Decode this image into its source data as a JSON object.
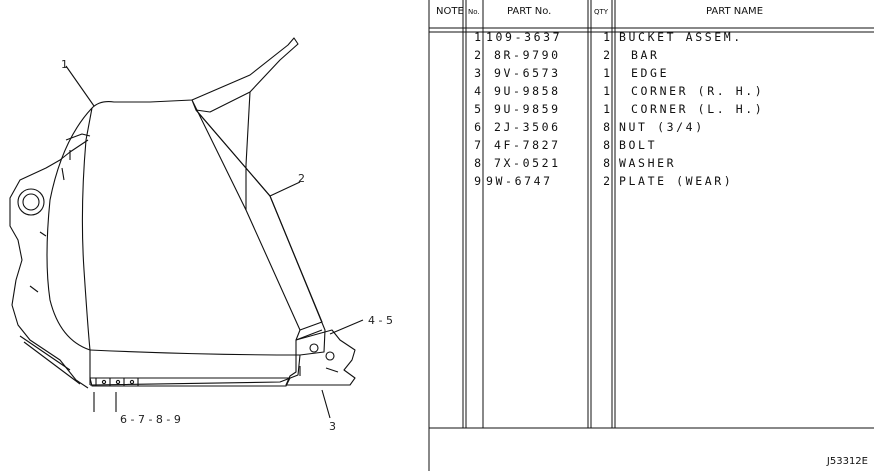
{
  "header": {
    "note": "NOTE",
    "no": "No.",
    "part_no": "PART No.",
    "qty": "QTY",
    "part_name": "PART NAME"
  },
  "parts": [
    {
      "no": "1",
      "part_no": "109-3637",
      "qty": "1",
      "name": "BUCKET ASSEM."
    },
    {
      "no": "2",
      "part_no": "8R-9790",
      "qty": "2",
      "name": "BAR"
    },
    {
      "no": "3",
      "part_no": "9V-6573",
      "qty": "1",
      "name": "EDGE"
    },
    {
      "no": "4",
      "part_no": "9U-9858",
      "qty": "1",
      "name": "CORNER (R. H.)"
    },
    {
      "no": "5",
      "part_no": "9U-9859",
      "qty": "1",
      "name": "CORNER (L. H.)"
    },
    {
      "no": "6",
      "part_no": "2J-3506",
      "qty": "8",
      "name": "NUT (3/4)"
    },
    {
      "no": "7",
      "part_no": "4F-7827",
      "qty": "8",
      "name": "BOLT"
    },
    {
      "no": "8",
      "part_no": "7X-0521",
      "qty": "8",
      "name": "WASHER"
    },
    {
      "no": "9",
      "part_no": "9W-6747",
      "qty": "2",
      "name": "PLATE (WEAR)"
    }
  ],
  "callouts": {
    "c1": "1",
    "c2": "2",
    "c3": "3",
    "c45": "4 - 5",
    "c6789": "6 - 7 - 8 - 9"
  },
  "figure_number": "J53312E"
}
